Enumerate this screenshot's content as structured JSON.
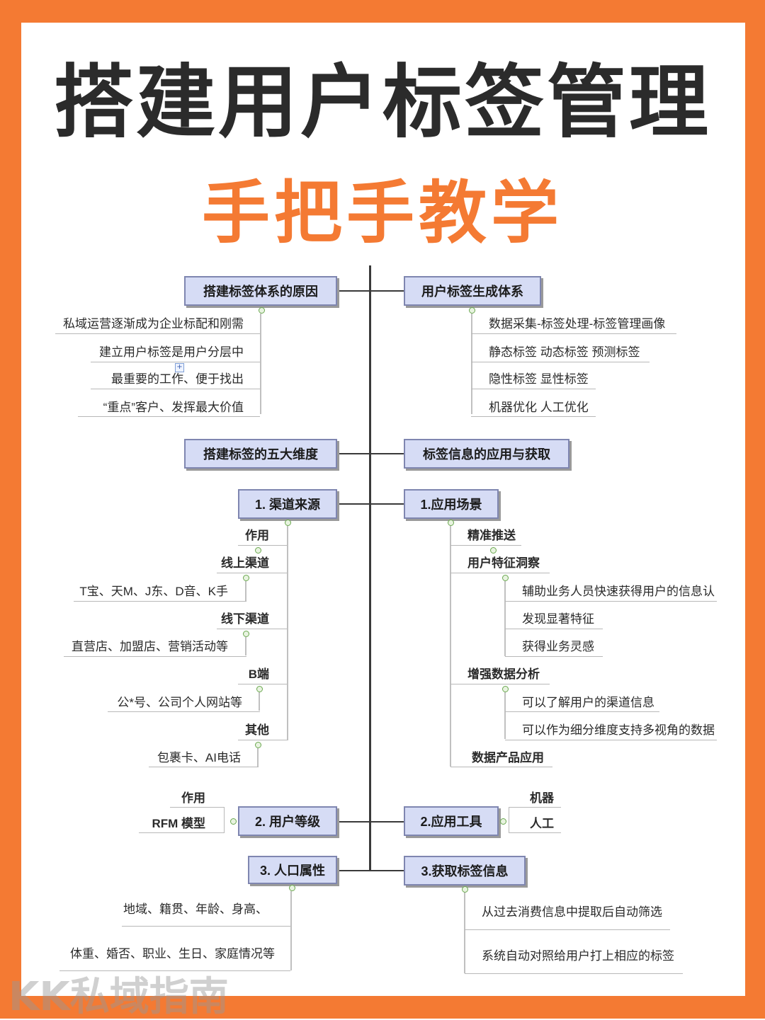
{
  "title": "搭建用户标签管理",
  "subtitle": "手把手教学",
  "watermark": "KK私域指南",
  "colors": {
    "accent": "#f47a33",
    "box_fill": "#d6dcf5",
    "box_border": "#7f86b0",
    "text": "#2b2b2b"
  },
  "left": {
    "reason": {
      "heading": "搭建标签体系的原因",
      "items": [
        "私域运营逐渐成为企业标配和刚需",
        "建立用户标签是用户分层中",
        "最重要的工作、便于找出",
        "“重点”客户、发挥最大价值"
      ]
    },
    "dimensions_heading": "搭建标签的五大维度",
    "channel": {
      "heading": "1. 渠道来源",
      "role": "作用",
      "online": "线上渠道",
      "online_detail": "T宝、天M、J东、D音、K手",
      "offline": "线下渠道",
      "offline_detail": "直营店、加盟店、营销活动等",
      "b_end": "B端",
      "b_end_detail": "公*号、公司个人网站等",
      "other": "其他",
      "other_detail": "包裹卡、AI电话"
    },
    "level": {
      "heading": "2. 用户等级",
      "role": "作用",
      "model": "RFM 模型"
    },
    "population": {
      "heading": "3. 人口属性",
      "items": [
        "地域、籍贯、年龄、身高、",
        "体重、婚否、职业、生日、家庭情况等"
      ]
    }
  },
  "right": {
    "system": {
      "heading": "用户标签生成体系",
      "items": [
        "数据采集-标签处理-标签管理画像",
        "静态标签 动态标签 预测标签",
        "隐性标签 显性标签",
        "机器优化 人工优化"
      ]
    },
    "apply_heading": "标签信息的应用与获取",
    "scene": {
      "heading": "1.应用场景",
      "push": "精准推送",
      "insight": "用户特征洞察",
      "insight_items": [
        "辅助业务人员快速获得用户的信息认",
        "发现显著特征",
        "获得业务灵感"
      ],
      "analysis": "增强数据分析",
      "analysis_items": [
        "可以了解用户的渠道信息",
        "可以作为细分维度支持多视角的数据"
      ],
      "product": "数据产品应用"
    },
    "tools": {
      "heading": "2.应用工具",
      "items": [
        "机器",
        "人工"
      ]
    },
    "acquire": {
      "heading": "3.获取标签信息",
      "items": [
        "从过去消费信息中提取后自动筛选",
        "系统自动对照给用户打上相应的标签"
      ]
    }
  }
}
